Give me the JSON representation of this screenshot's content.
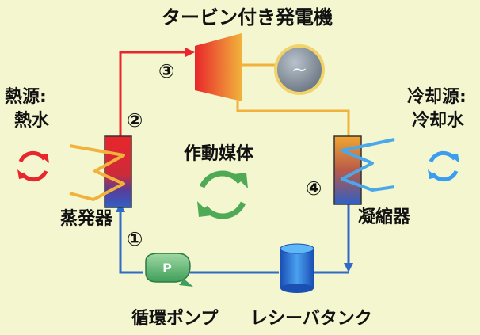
{
  "title": "タービン付き発電機",
  "heat_source": {
    "line1": "熱源:",
    "line2": "熱水"
  },
  "cold_source": {
    "line1": "冷却源:",
    "line2": "冷却水"
  },
  "working_fluid": "作動媒体",
  "evaporator": "蒸発器",
  "condenser": "凝縮器",
  "pump": "循環ポンプ",
  "pump_symbol": "P",
  "receiver": "レシーバタンク",
  "generator_symbol": "~",
  "steps": [
    "①",
    "②",
    "③",
    "④"
  ],
  "colors": {
    "hot": "#e8262b",
    "cold": "#2f6bc9",
    "warm": "#f0b23a",
    "cycle_green": "#4eaa55",
    "background": "#f4f6cf"
  }
}
